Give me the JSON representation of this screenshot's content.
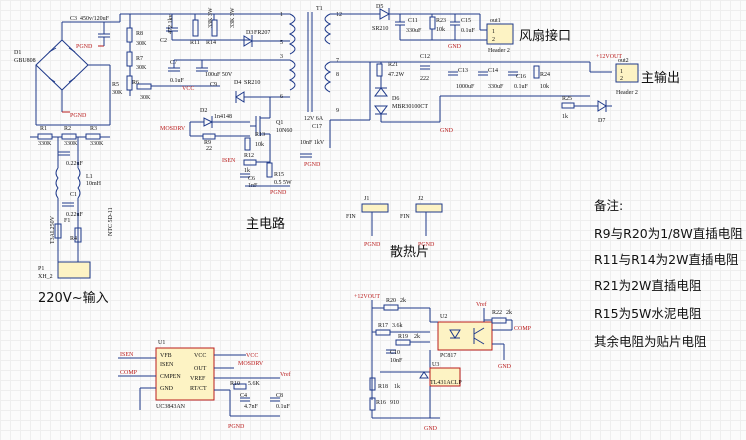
{
  "labels": {
    "fan_port": "风扇接口",
    "main_out": "主输出",
    "main_circuit": "主电路",
    "heatsink": "散热片",
    "ac_input": "220V~输入"
  },
  "notes": {
    "title": "备注:",
    "lines": [
      "R9与R20为1/8W直插电阻",
      "R11与R14为2W直插电阻",
      "R21为2W直插电阻",
      "R15为5W水泥电阻",
      "其余电阻为贴片电阻"
    ]
  },
  "parts": {
    "d1": "D1",
    "d1_v": "GBU808",
    "c3": "C3",
    "c3_v": "450v/120uF",
    "r8": "R8",
    "r8_v": "30K",
    "r7": "R7",
    "r7_v": "30K",
    "r5": "R5",
    "r5_v": "30K",
    "r6": "R6",
    "r6_v": "30K",
    "c2": "C2",
    "c2_v": "472 1kv",
    "r11": "R11",
    "r14": "R14",
    "r14_v": "33K 3W",
    "r11_v": "33K 3W",
    "d3": "D3",
    "d3_v": "FR207",
    "c7": "C7",
    "c7_v": "0.1uF",
    "c9": "C9",
    "c9_v": "100uF 50V",
    "d4": "D4",
    "d4_v": "SR210",
    "t1": "T1",
    "d5": "D5",
    "d5_v": "SR210",
    "c11": "C11",
    "c11_v": "330uF",
    "r23": "R23",
    "r23_v": "10k",
    "c15": "C15",
    "c15_v": "0.1uF",
    "out1": "out1",
    "header2": "Header 2",
    "r21": "R21",
    "r21_v": "47.2W",
    "c12": "C12",
    "c12_v": "222",
    "c13": "C13",
    "c13_v": "1000uF",
    "c14": "C14",
    "c14_v": "330uF",
    "c16": "C16",
    "c16_v": "0.1uF",
    "r24": "R24",
    "r24_v": "10k",
    "out2": "out2",
    "r25": "R25",
    "r25_v": "1k",
    "d7": "D7",
    "d6": "D6",
    "d6_v": "MBR30100CT",
    "d2": "D2",
    "d2_v": "1n4148",
    "r9": "R9",
    "r9_v": "22",
    "q1": "Q1",
    "q1_v": "10N60",
    "r13": "R13",
    "r13_v": "10k",
    "r12": "R12",
    "r12_v": "1k",
    "c6": "C6",
    "c6_v": "1nF",
    "r15": "R15",
    "r15_v": "0.5 5W",
    "c17": "C17",
    "c17_v": "10nF 1kV",
    "c17_note": "12V 6A",
    "r1": "R1",
    "r1_v": "330K",
    "r2": "R2",
    "r2_v": "330K",
    "r3": "R3",
    "r3_v": "330K",
    "c1": "C1",
    "c1_v": "0.22uF",
    "c1b_v": "0.22uF",
    "l1": "L1",
    "l1_v": "10mH",
    "f1": "F1",
    "f1_v": "T3AL250V",
    "r4": "R4",
    "r4_v": "NTC 5D-11",
    "p1": "P1",
    "p1_v": "XH_2",
    "j1": "J1",
    "j2": "J2",
    "fin": "FIN",
    "u1": "U1",
    "u1_v": "UC3843AN",
    "u1_p1": "VFB",
    "u1_p2": "ISEN",
    "u1_p3": "CMPEN",
    "u1_p4": "GND",
    "u1_p5": "VCC",
    "u1_p6": "OUT",
    "u1_p7": "VREF",
    "u1_p8": "RT/CT",
    "r10": "R10",
    "r10_v": "5.6K",
    "c4": "C4",
    "c4_v": "4.7nF",
    "c8": "C8",
    "c8_v": "0.1uF",
    "u2": "U2",
    "u2_v": "PC817",
    "u3": "U3",
    "u3_v": "TL431ACLP",
    "r20": "R20",
    "r20_v": "2k",
    "r17": "R17",
    "r17_v": "3.6k",
    "r19": "R19",
    "r19_v": "2k",
    "c10": "C10",
    "c10_v": "10nF",
    "r18": "R18",
    "r18_v": "1k",
    "r16": "R16",
    "r16_v": "910",
    "r22": "R22",
    "r22_v": "2k"
  },
  "nets": {
    "pgnd": "PGND",
    "gnd": "GND",
    "plus12": "+12VOUT",
    "vcc": "VCC",
    "mosdrv": "MOSDRV",
    "isen": "ISEN",
    "comp": "COMP",
    "vref": "Vref"
  }
}
